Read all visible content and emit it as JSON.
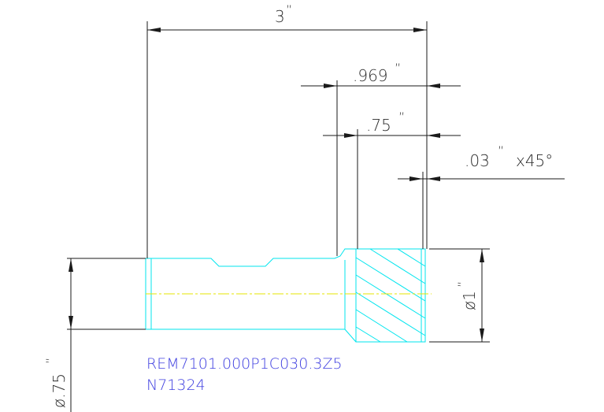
{
  "dimensions": {
    "overall_length": "3",
    "overall_length_unit": "”",
    "length_969": ".969",
    "length_969_unit": "”",
    "length_75": ".75",
    "length_75_unit": "”",
    "chamfer": ".03",
    "chamfer_unit": "”",
    "chamfer_angle": "x45°",
    "diameter_1": "ø1",
    "diameter_1_unit": "”",
    "diameter_075": "ø.75",
    "diameter_075_unit": "”"
  },
  "part_label": {
    "line1": "REM7101.000P1C030.3Z5",
    "line2": "N71324"
  },
  "colors": {
    "dimension": "#1a1a1a",
    "part_outline": "#00e5ee",
    "centerline": "#e6e600",
    "part_label": "#4040e0"
  }
}
